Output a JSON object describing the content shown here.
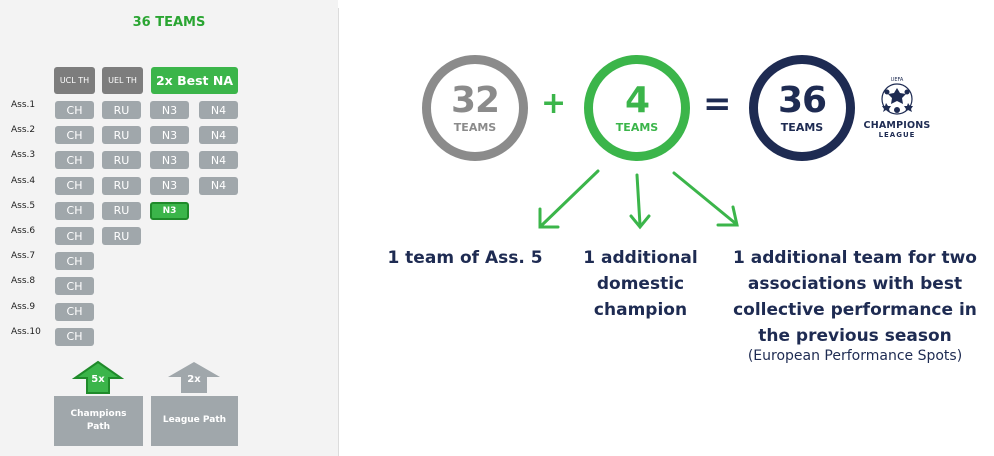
{
  "left": {
    "title": "36 TEAMS",
    "headers": {
      "ucl_th": "UCL TH",
      "uel_th": "UEL TH",
      "best_na": "2x Best NA"
    },
    "associations": [
      "Ass.1",
      "Ass.2",
      "Ass.3",
      "Ass.4",
      "Ass.5",
      "Ass.6",
      "Ass.7",
      "Ass.8",
      "Ass.9",
      "Ass.10"
    ],
    "slots": {
      "ch": "CH",
      "ru": "RU",
      "n3": "N3",
      "n4": "N4"
    },
    "champions_arrow": "5x",
    "league_arrow": "2x",
    "champions_path": "Champions\nPath",
    "league_path": "League Path"
  },
  "right": {
    "circle1": {
      "number": "32",
      "label": "TEAMS"
    },
    "circle2": {
      "number": "4",
      "label": "TEAMS"
    },
    "circle3": {
      "number": "36",
      "label": "TEAMS"
    },
    "plus": "+",
    "equals": "=",
    "logo": {
      "uefa": "UEFA",
      "line1": "CHAMPIONS",
      "line2": "LEAGUE"
    },
    "desc1": "1 team of Ass. 5",
    "desc2_lines": [
      "1 additional",
      "domestic",
      "champion"
    ],
    "desc3_lines": [
      "1 additional team for two",
      "associations with best",
      "collective performance in",
      "the previous season"
    ],
    "desc3_sub": "(European Performance Spots)"
  },
  "colors": {
    "green": "#3bb54a",
    "dark_green": "#1f8a2a",
    "navy": "#1e2b52",
    "gray": "#8b8b8b",
    "chip_gray": "#a0a7ab"
  }
}
